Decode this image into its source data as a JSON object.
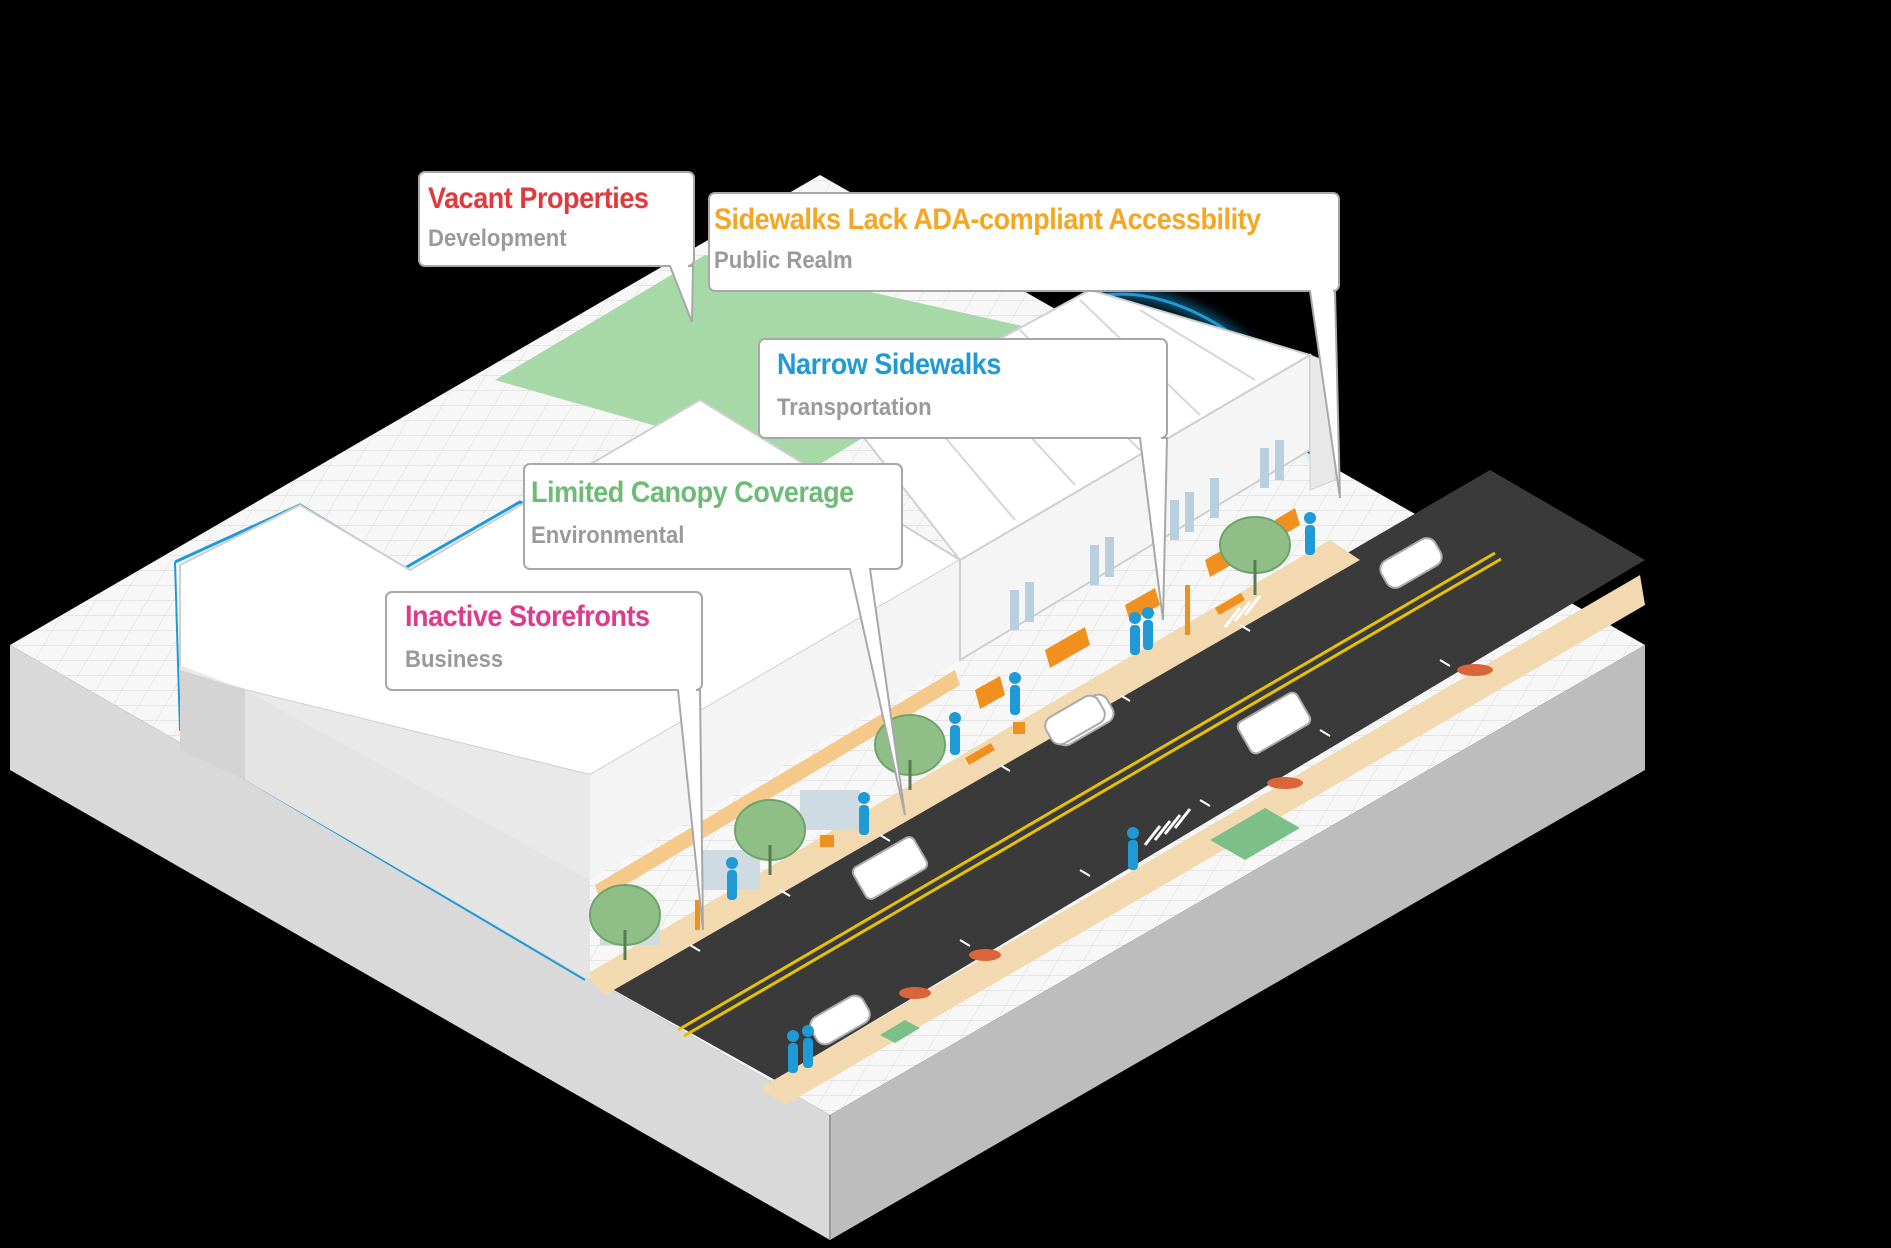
{
  "colors": {
    "vacant": "#e03a3e",
    "ada": "#f5a623",
    "narrow": "#1f9ad6",
    "canopy": "#6dbb75",
    "inactive": "#de3a8e",
    "subtitle": "#9a9a9a"
  },
  "callouts": [
    {
      "id": "vacant",
      "title": "Vacant Properties",
      "category": "Development"
    },
    {
      "id": "ada",
      "title": "Sidewalks Lack ADA-compliant Accessbility",
      "category": "Public Realm"
    },
    {
      "id": "narrow",
      "title": "Narrow Sidewalks",
      "category": "Transportation"
    },
    {
      "id": "canopy",
      "title": "Limited Canopy Coverage",
      "category": "Environmental"
    },
    {
      "id": "inactive",
      "title": "Inactive Storefronts",
      "category": "Business"
    }
  ]
}
